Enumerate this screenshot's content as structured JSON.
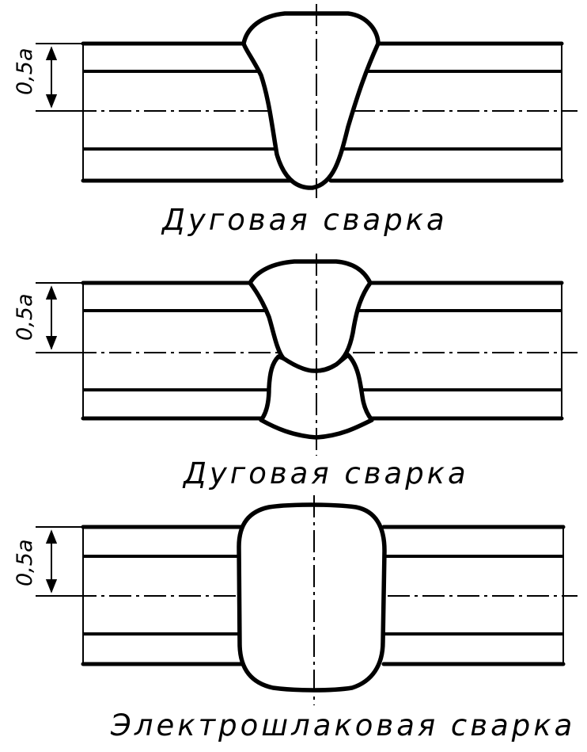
{
  "diagrams": [
    {
      "dimension_label": "0,5a",
      "caption": "Дуговая сварка"
    },
    {
      "dimension_label": "0,5a",
      "caption": "Дуговая сварка"
    },
    {
      "dimension_label": "0,5a",
      "caption": "Электрошлаковая сварка"
    }
  ]
}
